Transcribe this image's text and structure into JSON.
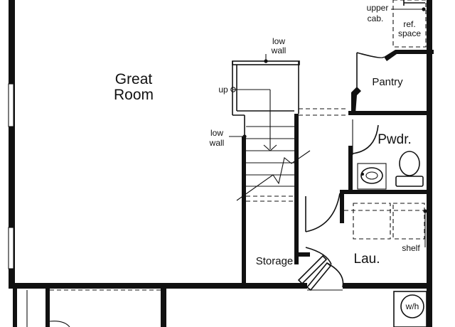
{
  "rooms": {
    "great_room": [
      "Great",
      "Room"
    ],
    "pantry": "Pantry",
    "powder": "Pwdr.",
    "storage": "Storage",
    "laundry": "Lau."
  },
  "notes": {
    "low_wall_top": [
      "low",
      "wall"
    ],
    "low_wall_side": [
      "low",
      "wall"
    ],
    "up": "up",
    "upper_cab": [
      "upper",
      "cab."
    ],
    "ref_space": [
      "ref.",
      "space"
    ],
    "shelf": "shelf",
    "water_heater": "w/h"
  }
}
